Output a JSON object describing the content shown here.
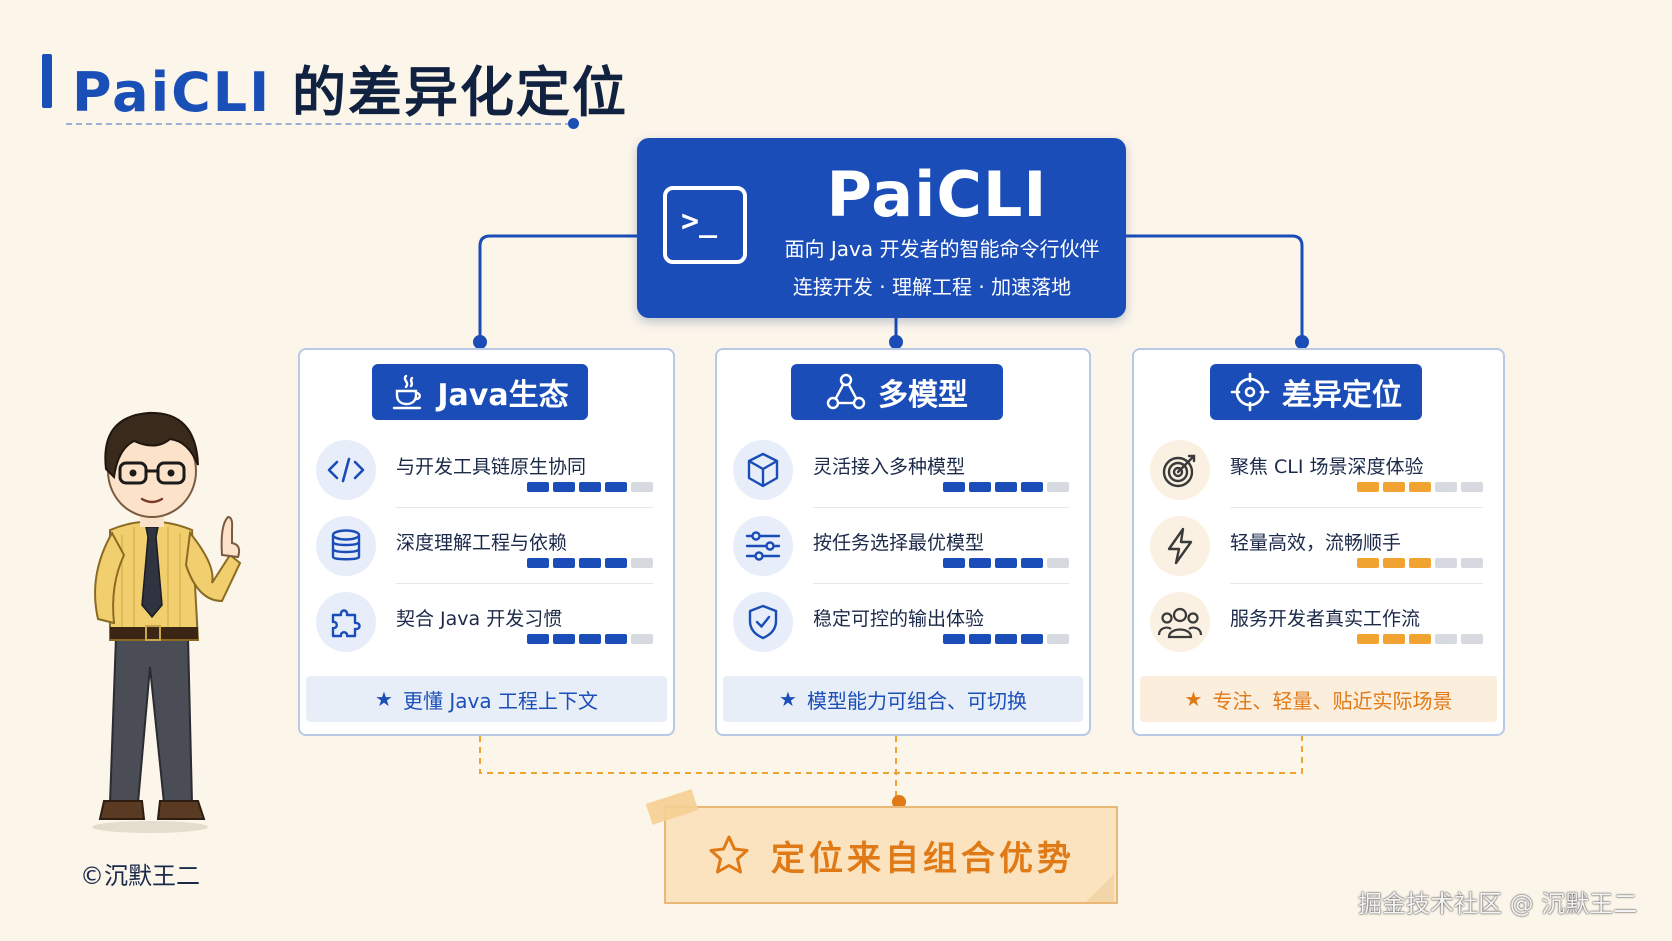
{
  "title": {
    "brand": "PaiCLI",
    "rest": " 的差异化定位"
  },
  "center": {
    "name": "PaiCLI",
    "subtitle": "面向 Java 开发者的智能命令行伙伴",
    "tags": "连接开发 · 理解工程 · 加速落地",
    "terminal_glyph": ">_"
  },
  "cards": [
    {
      "header": "Java生态",
      "header_icon": "java-cup-icon",
      "rows": [
        {
          "text": "与开发工具链原生协同",
          "icon": "code-icon",
          "level": 4,
          "max": 5
        },
        {
          "text": "深度理解工程与依赖",
          "icon": "database-icon",
          "level": 4,
          "max": 5
        },
        {
          "text": "契合 Java 开发习惯",
          "icon": "puzzle-icon",
          "level": 4,
          "max": 5
        }
      ],
      "footer": "更懂 Java 工程上下文",
      "accent": "#1a4db7"
    },
    {
      "header": "多模型",
      "header_icon": "network-icon",
      "rows": [
        {
          "text": "灵活接入多种模型",
          "icon": "cube-icon",
          "level": 4,
          "max": 5
        },
        {
          "text": "按任务选择最优模型",
          "icon": "sliders-icon",
          "level": 4,
          "max": 5
        },
        {
          "text": "稳定可控的输出体验",
          "icon": "shield-check-icon",
          "level": 4,
          "max": 5
        }
      ],
      "footer": "模型能力可组合、可切换",
      "accent": "#1a4db7"
    },
    {
      "header": "差异定位",
      "header_icon": "crosshair-icon",
      "rows": [
        {
          "text": "聚焦 CLI 场景深度体验",
          "icon": "target-icon",
          "level": 3,
          "max": 5
        },
        {
          "text": "轻量高效，流畅顺手",
          "icon": "lightning-icon",
          "level": 3,
          "max": 5
        },
        {
          "text": "服务开发者真实工作流",
          "icon": "users-icon",
          "level": 3,
          "max": 5
        }
      ],
      "footer": "专注、轻量、贴近实际场景",
      "accent": "#f1a332"
    }
  ],
  "callout": "定位来自组合优势",
  "copyright": "©沉默王二",
  "watermark": "掘金技术社区 @ 沉默王二"
}
